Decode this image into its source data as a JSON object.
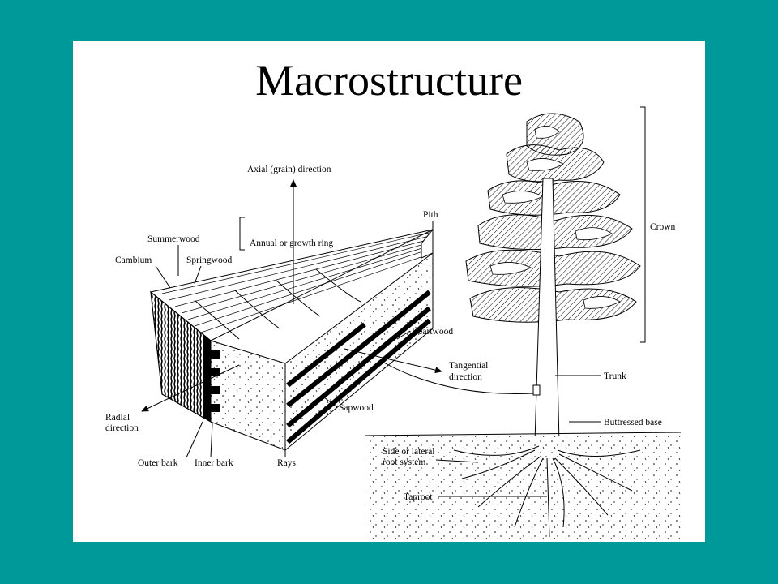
{
  "colors": {
    "background": "#009999",
    "slide": "#ffffff",
    "ink": "#000000"
  },
  "title": "Macrostructure",
  "labels": {
    "axial": "Axial (grain) direction",
    "summerwood": "Summerwood",
    "annual_ring": "Annual or growth ring",
    "cambium": "Cambium",
    "springwood": "Springwood",
    "pith": "Pith",
    "heartwood": "Heartwood",
    "tangential_1": "Tangential",
    "tangential_2": "direction",
    "sapwood": "Sapwood",
    "radial_1": "Radial",
    "radial_2": "direction",
    "outer_bark": "Outer bark",
    "inner_bark": "Inner bark",
    "rays": "Rays",
    "crown": "Crown",
    "trunk": "Trunk",
    "buttressed_base": "Buttressed base",
    "lateral_1": "Side or lateral",
    "lateral_2": "root system",
    "taproot": "Taproot"
  }
}
